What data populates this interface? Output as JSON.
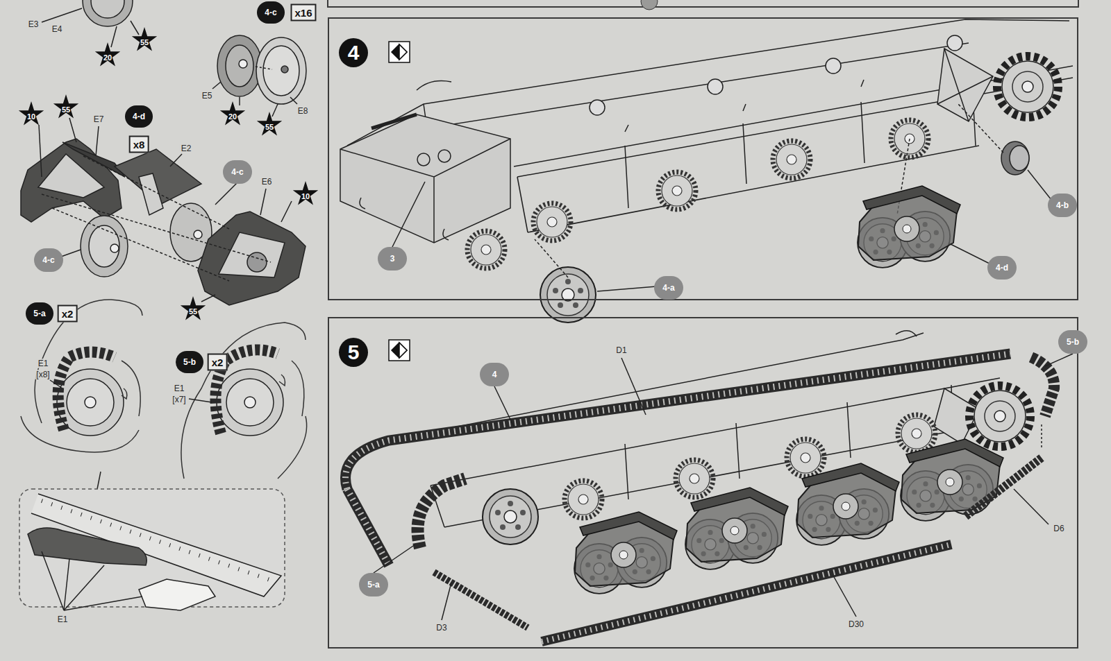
{
  "diagram": {
    "nodes": [
      {
        "text": [
          "4"
        ]
      },
      {
        "text": [
          "5"
        ]
      }
    ],
    "labels": [
      "E3",
      "E4",
      "20",
      "55",
      "4-c",
      "x16",
      "E5",
      "20",
      "55",
      "E8",
      "10",
      "55",
      "E7",
      "4-d",
      "x8",
      "E2",
      "4-c",
      "E6",
      "10",
      "4-c",
      "55",
      "5-a",
      "x2",
      "E1",
      "[x8]",
      "5-b",
      "x2",
      "E1",
      "[x7]",
      "E1",
      "3",
      "4-b",
      "4-d",
      "4-a",
      "D1",
      "4",
      "5-b",
      "5-a",
      "D3",
      "D30",
      "D6"
    ]
  }
}
